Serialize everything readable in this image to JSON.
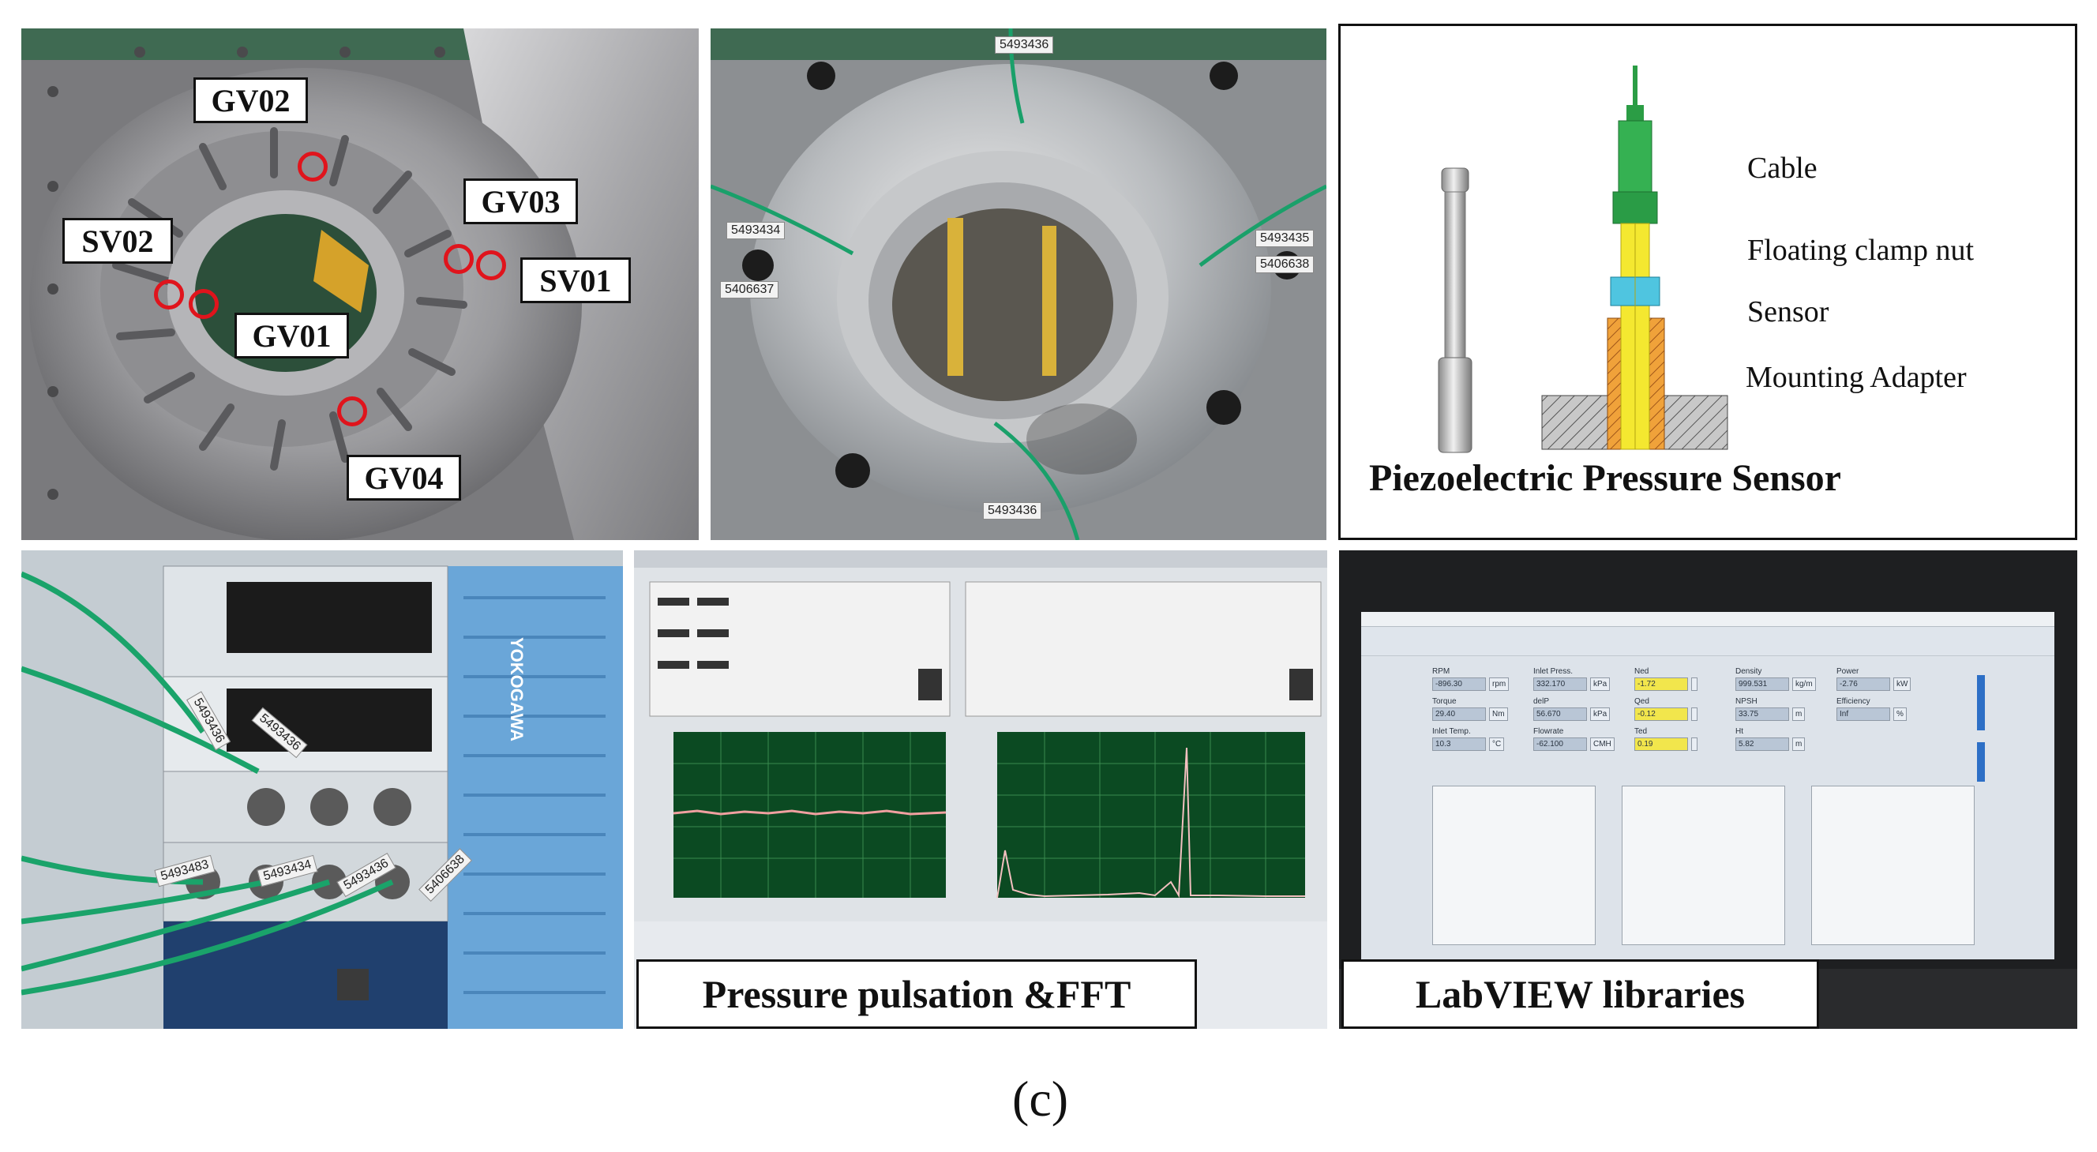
{
  "impeller_photo": {
    "labels": {
      "gv02": "GV02",
      "gv03": "GV03",
      "sv02": "SV02",
      "sv01": "SV01",
      "gv01": "GV01",
      "gv04": "GV04"
    },
    "marker_color": "#e0141c"
  },
  "flange_photo": {
    "serials": [
      "5493436",
      "5493435",
      "5493434",
      "5406637",
      "5406638",
      "5493436"
    ]
  },
  "sensor_diagram": {
    "parts": {
      "cable": "Cable",
      "nut": "Floating clamp nut",
      "sensor": "Sensor",
      "adapter": "Mounting Adapter"
    },
    "title": "Piezoelectric Pressure Sensor"
  },
  "daq_photo": {
    "brand": "YOKOGAWA",
    "cable_tags": [
      "5493436",
      "5493436",
      "5493483",
      "5493434",
      "5493436",
      "5406638"
    ]
  },
  "fft_photo": {
    "label": "Pressure pulsation &FFT"
  },
  "labview_photo": {
    "label": "LabVIEW libraries",
    "fields": [
      {
        "name": "RPM",
        "value": "-896.30",
        "unit": "rpm"
      },
      {
        "name": "Inlet Press.",
        "value": "332.170",
        "unit": "kPa"
      },
      {
        "name": "Ned",
        "value": "-1.72",
        "unit": ""
      },
      {
        "name": "Density",
        "value": "999.531",
        "unit": "kg/m"
      },
      {
        "name": "Power",
        "value": "-2.76",
        "unit": "kW"
      },
      {
        "name": "Torque",
        "value": "29.40",
        "unit": "Nm"
      },
      {
        "name": "delP",
        "value": "56.670",
        "unit": "kPa"
      },
      {
        "name": "Qed",
        "value": "-0.12",
        "unit": ""
      },
      {
        "name": "NPSH",
        "value": "33.75",
        "unit": "m"
      },
      {
        "name": "Efficiency",
        "value": "Inf",
        "unit": "%"
      },
      {
        "name": "Inlet Temp.",
        "value": "10.3",
        "unit": "°C"
      },
      {
        "name": "Flowrate",
        "value": "-62.100",
        "unit": "CMH"
      },
      {
        "name": "Ted",
        "value": "0.19",
        "unit": ""
      },
      {
        "name": "Ht",
        "value": "5.82",
        "unit": "m"
      }
    ]
  },
  "caption": "(c)"
}
